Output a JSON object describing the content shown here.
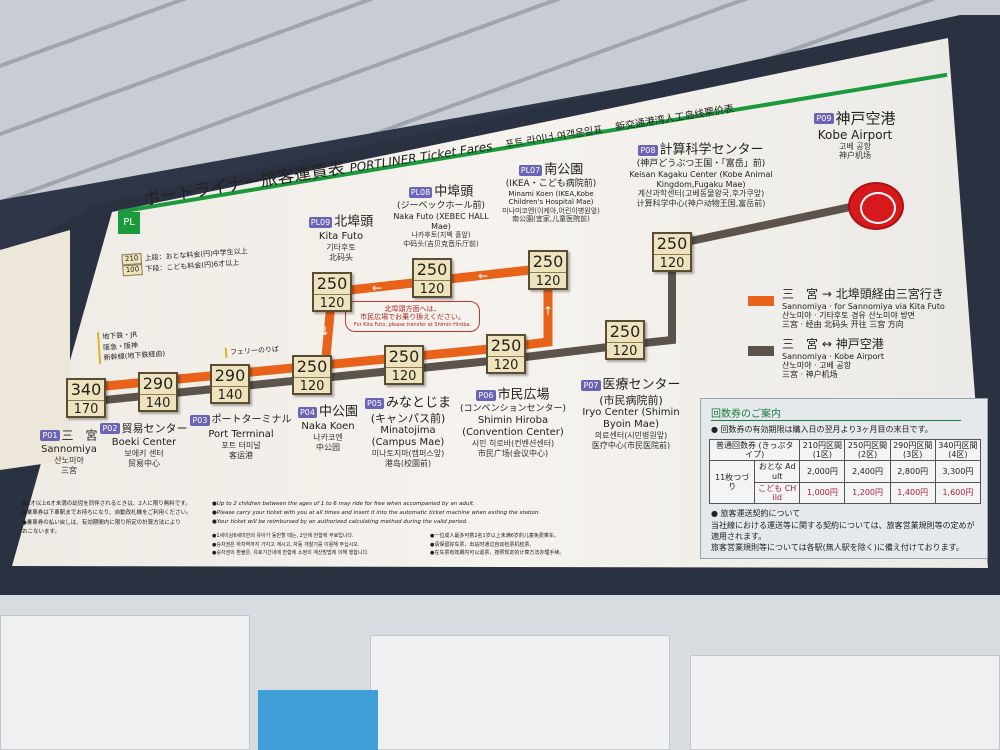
{
  "header": {
    "logo": "PL",
    "title_ja": "ポートライナー旅客運賃表",
    "title_en": "PORTLINER Ticket Fares",
    "title_ko": "포트 라이너 여객운임표",
    "title_zh": "新交通港湾人工岛线票价表"
  },
  "fare_key": {
    "sample_adult": "210",
    "sample_child": "100",
    "upper": "上段：おとな料金(円)中学生以上",
    "lower": "下段：こども料金(円)6才以上"
  },
  "transfers": [
    "地下鉄・JR",
    "阪急・阪神",
    "新幹線(地下鉄経由)"
  ],
  "ferry": "フェリーのりば",
  "note": {
    "ja1": "北埠頭方面へは、",
    "ja2": "市民広場でお乗り換えください。",
    "en": "For Kita Futo, please transfer at Shimin Hiroba."
  },
  "stations": [
    {
      "code": "P01",
      "ja": "三　宮",
      "en": "Sannomiya",
      "ko": "산노미야",
      "zh": "三宮"
    },
    {
      "code": "P02",
      "ja": "貿易センター",
      "en": "Boeki Center",
      "ko": "보에키 센터",
      "zh": "贸易中心"
    },
    {
      "code": "P03",
      "ja": "ポートターミナル",
      "en": "Port Terminal",
      "ko": "포트 터미널",
      "zh": "客运港"
    },
    {
      "code": "P04",
      "ja": "中公園",
      "en": "Naka Koen",
      "ko": "나카코엔",
      "zh": "中公园"
    },
    {
      "code": "P05",
      "ja": "みなとじま",
      "sub": "(キャンパス前)",
      "en": "Minatojima (Campus Mae)",
      "ko": "미나토지마(캠퍼스앞)",
      "zh": "港岛(校園前)"
    },
    {
      "code": "P06",
      "ja": "市民広場",
      "sub": "(コンベンションセンター)",
      "en": "Shimin Hiroba (Convention Center)",
      "ko": "시민 히로바(컨벤션센터)",
      "zh": "市民广场(会议中心)"
    },
    {
      "code": "P07",
      "ja": "医療センター",
      "sub": "(市民病院前)",
      "en": "Iryo Center (Shimin Byoin Mae)",
      "ko": "의료센터(시민병원앞)",
      "zh": "医疗中心(市民医院前)"
    },
    {
      "code": "P08",
      "ja": "計算科学センター",
      "sub": "(神戸どうぶつ王国・「富岳」前)",
      "en": "Keisan Kagaku Center (Kobe Animal Kingdom,Fugaku Mae)",
      "ko": "계산과학센터(고베동물왕국,후가쿠앞)",
      "zh": "计算科学中心(神户动物王国,富岳前)"
    },
    {
      "code": "P09",
      "ja": "神戸空港",
      "en": "Kobe Airport",
      "ko": "고베 공항",
      "zh": "神户机场"
    },
    {
      "code": "PL07",
      "ja": "南公園",
      "sub": "(IKEA・こども病院前)",
      "en": "Minami Koen (IKEA,Kobe Children's Hospital Mae)",
      "ko": "미나미코엔(이케아,어린이병원앞)",
      "zh": "南公園(宜家,儿童医院前)"
    },
    {
      "code": "PL08",
      "ja": "中埠頭",
      "sub": "(ジーベックホール前)",
      "en": "Naka Futo (XEBEC HALL Mae)",
      "ko": "나카후토(지벡 홀앞)",
      "zh": "中码头(吉贝克音乐厅前)"
    },
    {
      "code": "PL09",
      "ja": "北埠頭",
      "en": "Kita Futo",
      "ko": "기타후토",
      "zh": "北码头"
    }
  ],
  "fares": [
    {
      "adult": "340",
      "child": "170"
    },
    {
      "adult": "290",
      "child": "140"
    },
    {
      "adult": "290",
      "child": "140"
    },
    {
      "adult": "250",
      "child": "120"
    },
    {
      "adult": "250",
      "child": "120"
    },
    {
      "adult": "250",
      "child": "120"
    },
    {
      "adult": "250",
      "child": "120"
    },
    {
      "adult": "250",
      "child": "120"
    },
    {
      "adult": "250",
      "child": "120"
    },
    {
      "adult": "250",
      "child": "120"
    },
    {
      "adult": "250",
      "child": "120"
    }
  ],
  "legend": [
    {
      "color": "#e8621a",
      "from": "三　宮",
      "arrow": "→",
      "to": "北埠頭経由三宮行き",
      "from_en": "Sannomiya",
      "from_ko": "산노미야",
      "from_zh": "三宮",
      "to_en": "for Sannomiya via Kita Futo",
      "to_ko": "기타후토 경유 산노미야 방면",
      "to_zh": "经由 北码头 开往 三宮 方向"
    },
    {
      "color": "#5b534c",
      "from": "三　宮",
      "arrow": "↔",
      "to": "神戸空港",
      "from_en": "Sannomiya",
      "from_ko": "산노미야",
      "from_zh": "三宮",
      "to_en": "Kobe Airport",
      "to_ko": "고베 공항",
      "to_zh": "神户机场"
    }
  ],
  "coupon": {
    "title": "回数券のご案内",
    "valid": "● 回数券の有効期限は購入日の翌月より3ヶ月目の末日です。",
    "type_label": "普通回数券 (きっぷタイプ)",
    "count_label": "11枚つづり",
    "columns": [
      "210円区間 (1区)",
      "250円区間 (2区)",
      "290円区間 (3区)",
      "340円区間 (4区)"
    ],
    "adult_label": "おとな Adult",
    "adult": [
      "2,000円",
      "2,400円",
      "2,800円",
      "3,300円"
    ],
    "child_label": "こども CHild",
    "child": [
      "1,000円",
      "1,200円",
      "1,400円",
      "1,600円"
    ],
    "contract": "● 旅客運送契約について"
  },
  "terms": [
    "当社線における運送等に関する契約については、旅客営業規則等の定めが適用されます。",
    "旅客営業規則等については各駅(無人駅を除く)に備え付けております。"
  ],
  "notes_ja": [
    "●1才以上6才未満の幼児を同伴されるときは、2人に限り無料です。",
    "●乗車券は下車駅までお持ちになり、自動改札機をご利用ください。",
    "●乗車券の払い戻しは、有効期間内に限り所定の計算方法により",
    "おこないます。"
  ],
  "notes_en": [
    "●Up to 2 children between the ages of 1 to 6 may ride for free when accompanied by an adult.",
    "●Please carry your ticket with you at all times and insert it into the automatic ticket machine when exiting the station.",
    "●Your ticket will be reimbursed by an authorized calculating method during the valid period."
  ],
  "notes_ko": [
    "●1세이상6세미만의 유아가 동반할 때는, 2인에 한함에 무료입니다.",
    "●승차권은 하차역까지 가지고 계시고, 자동 개찰기를 이용해 주십시오.",
    "●승차권의 환불은, 유효기간내에 한함에 소정의 계산방법에 의해 행합니다."
  ],
  "notes_zh": [
    "●一位成人最多可携2名1岁以上未满6岁的儿童免费乘车。",
    "●请保留好车票，出站时通过自动检票机检票。",
    "●在车票有效期内可以退票，按照规定的计算方法办理手续。"
  ],
  "colors": {
    "orange_line": "#e8621a",
    "gray_line": "#5b534c",
    "green": "#1a9a3a",
    "station_code": "#6b63b5",
    "airport": "#d7191c"
  }
}
